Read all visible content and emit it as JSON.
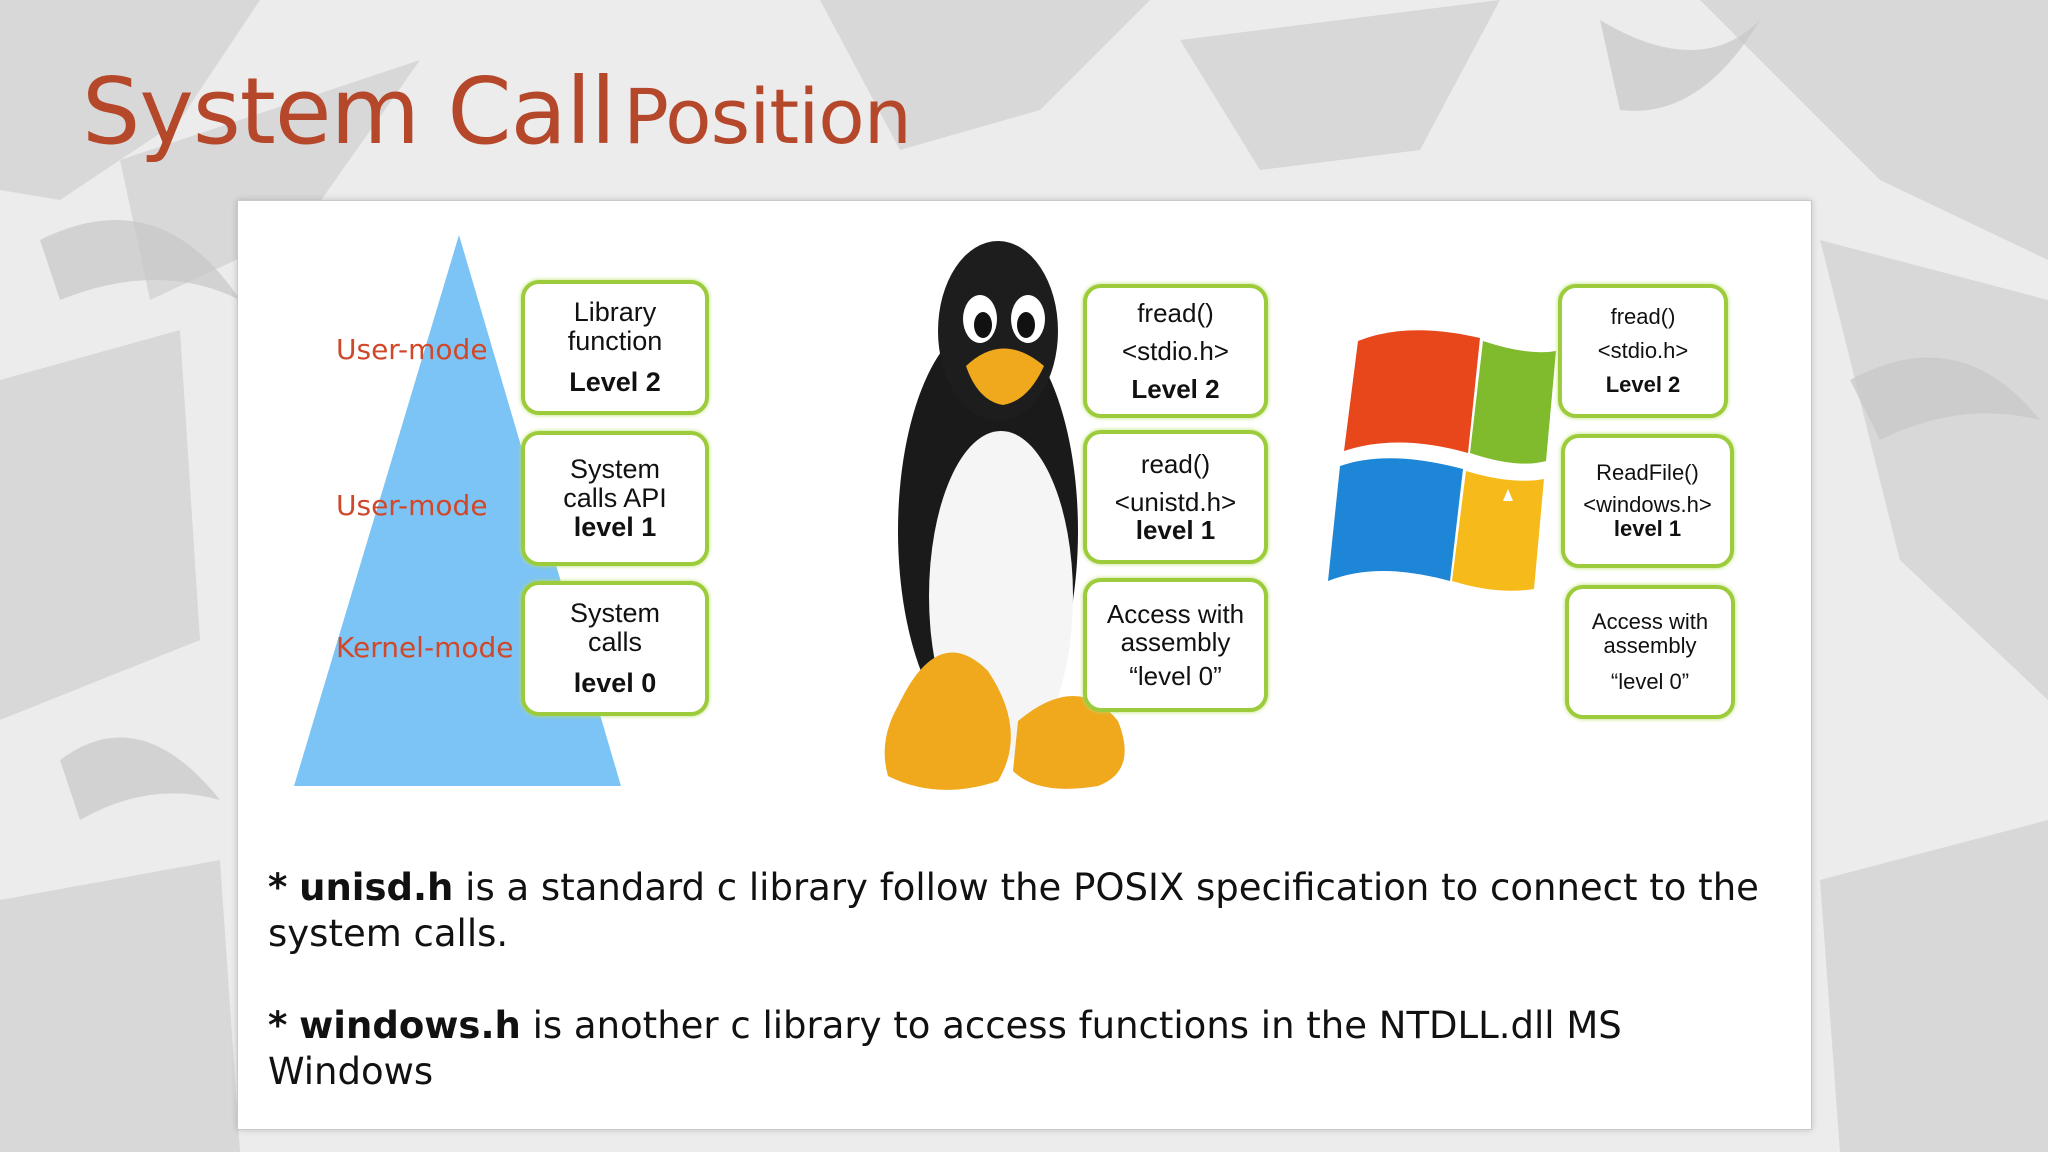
{
  "slide": {
    "title_part1": "System Call",
    "title_part2": "Position"
  },
  "pyramid": {
    "modes": [
      "User-mode",
      "User-mode",
      "Kernel-mode"
    ],
    "color": "#7cc4f5",
    "boxes": [
      {
        "line1": "Library",
        "line2": "function",
        "level": "Level 2"
      },
      {
        "line1": "System",
        "line2": "calls API",
        "level": "level 1"
      },
      {
        "line1": "System",
        "line2": "calls",
        "level": "level 0"
      }
    ]
  },
  "linux": {
    "logo_icon": "tux-penguin-icon",
    "boxes": [
      {
        "line1": "fread()",
        "line2": "<stdio.h>",
        "level": "Level 2"
      },
      {
        "line1": "read()",
        "line2": "<unistd.h>",
        "level": "level 1"
      },
      {
        "line1": "Access with",
        "line2": "assembly",
        "level": "“level 0”"
      }
    ]
  },
  "windows": {
    "logo_icon": "windows-logo-icon",
    "boxes": [
      {
        "line1": "fread()",
        "line2": "<stdio.h>",
        "level": "Level 2"
      },
      {
        "line1": "ReadFile()",
        "line2": "<windows.h>",
        "level": "level 1"
      },
      {
        "line1": "Access with",
        "line2": "assembly",
        "level": "“level 0”"
      }
    ]
  },
  "notes": [
    {
      "star": "*",
      "term": "unisd.h",
      "text": " is a standard c library follow the POSIX specification to connect to the system calls."
    },
    {
      "star": "*",
      "term": "windows.h",
      "text": " is another c library to access functions in the NTDLL.dll MS Windows"
    }
  ],
  "colors": {
    "title": "#b5472a",
    "mode_label": "#d0482a",
    "box_border": "#9ccc3c"
  }
}
